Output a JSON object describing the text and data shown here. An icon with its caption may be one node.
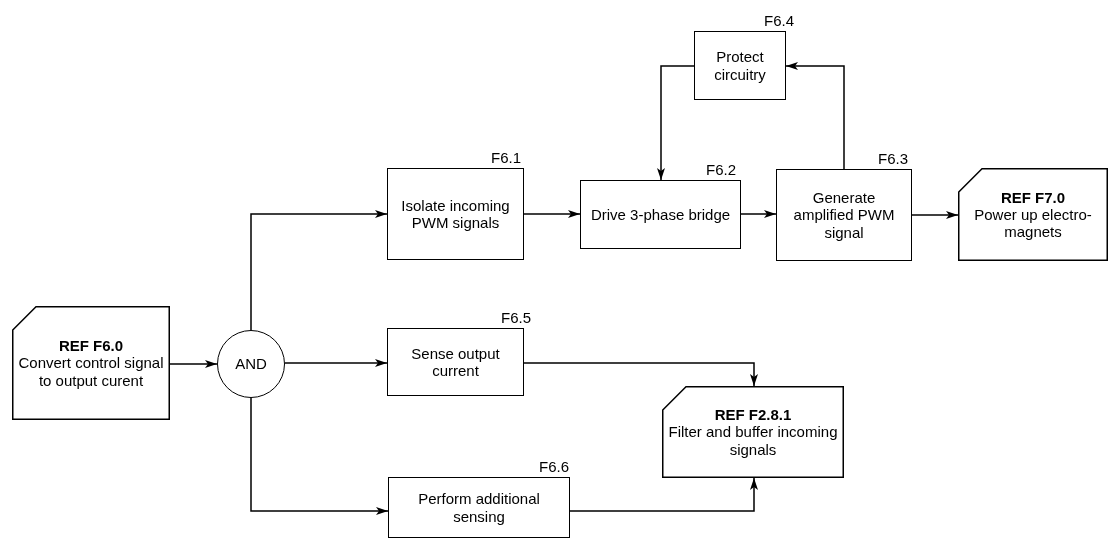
{
  "diagram": {
    "nodes": [
      {
        "text": [
          "REF F6.0",
          "Convert control signal to output curent"
        ]
      },
      {
        "text": [
          "AND"
        ]
      },
      {
        "text": [
          "F6.1",
          "Isolate incoming PWM signals"
        ]
      },
      {
        "text": [
          "F6.4",
          "Protect circuitry"
        ]
      },
      {
        "text": [
          "F6.2",
          "Drive 3-phase bridge"
        ]
      },
      {
        "text": [
          "F6.3",
          "Generate amplified PWM signal"
        ]
      },
      {
        "text": [
          "REF F7.0",
          "Power up electro-magnets"
        ]
      },
      {
        "text": [
          "F6.5",
          "Sense output current"
        ]
      },
      {
        "text": [
          "REF F2.8.1",
          "Filter and buffer incoming signals"
        ]
      },
      {
        "text": [
          "F6.6",
          "Perform additional sensing"
        ]
      }
    ],
    "edges": [
      {
        "from": 0,
        "to": 1,
        "arrow": "to"
      },
      {
        "from": 1,
        "to": 2,
        "arrow": "to"
      },
      {
        "from": 2,
        "to": 4,
        "arrow": "to"
      },
      {
        "from": 4,
        "to": 5,
        "arrow": "to"
      },
      {
        "from": 5,
        "to": 6,
        "arrow": "to"
      },
      {
        "from": 5,
        "to": 3,
        "arrow": "to"
      },
      {
        "from": 3,
        "to": 4,
        "arrow": "to"
      },
      {
        "from": 1,
        "to": 7,
        "arrow": "to"
      },
      {
        "from": 1,
        "to": 9,
        "arrow": "to"
      },
      {
        "from": 7,
        "to": 8,
        "arrow": "to"
      },
      {
        "from": 9,
        "to": 8,
        "arrow": "to"
      }
    ]
  }
}
